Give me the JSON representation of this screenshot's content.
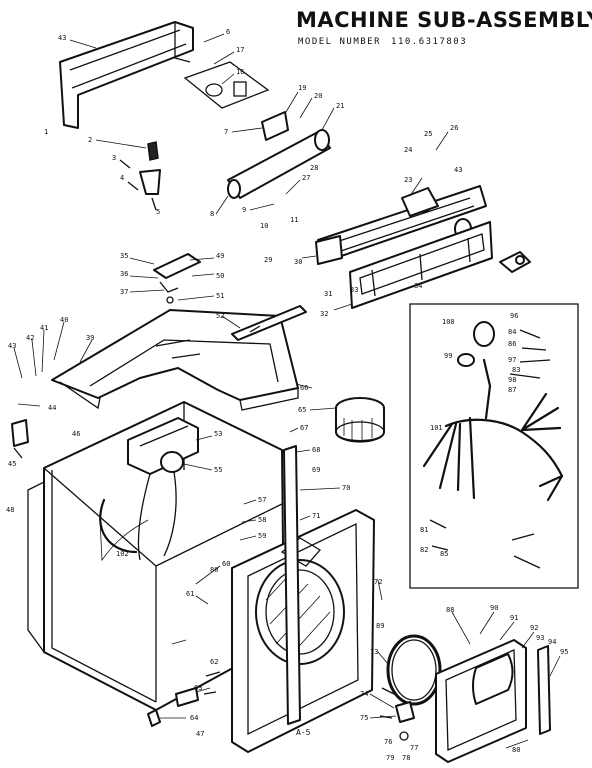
{
  "title": "MACHINE SUB-ASSEMBLY",
  "model_label": "MODEL NUMBER",
  "model_number": "110.6317803",
  "page_ref": "A-5",
  "callouts": [
    {
      "id": "c43a",
      "text": "43"
    },
    {
      "id": "c6",
      "text": "6"
    },
    {
      "id": "c17",
      "text": "17"
    },
    {
      "id": "c16",
      "text": "16"
    },
    {
      "id": "c7",
      "text": "7"
    },
    {
      "id": "c20",
      "text": "20"
    },
    {
      "id": "c21",
      "text": "21"
    },
    {
      "id": "c19",
      "text": "19"
    },
    {
      "id": "c2",
      "text": "2"
    },
    {
      "id": "c3",
      "text": "3"
    },
    {
      "id": "c4",
      "text": "4"
    },
    {
      "id": "c5",
      "text": "5"
    },
    {
      "id": "c8",
      "text": "8"
    },
    {
      "id": "c9",
      "text": "9"
    },
    {
      "id": "c10",
      "text": "10"
    },
    {
      "id": "c11",
      "text": "11"
    },
    {
      "id": "c27",
      "text": "27"
    },
    {
      "id": "c28",
      "text": "28"
    },
    {
      "id": "c24",
      "text": "24"
    },
    {
      "id": "c25",
      "text": "25"
    },
    {
      "id": "c26",
      "text": "26"
    },
    {
      "id": "c23",
      "text": "23"
    },
    {
      "id": "c43b",
      "text": "43"
    },
    {
      "id": "c29",
      "text": "29"
    },
    {
      "id": "c30",
      "text": "30"
    },
    {
      "id": "c31",
      "text": "31"
    },
    {
      "id": "c32",
      "text": "32"
    },
    {
      "id": "c33",
      "text": "33"
    },
    {
      "id": "c34",
      "text": "34"
    },
    {
      "id": "c35",
      "text": "35"
    },
    {
      "id": "c36",
      "text": "36"
    },
    {
      "id": "c37",
      "text": "37"
    },
    {
      "id": "c49",
      "text": "49"
    },
    {
      "id": "c50",
      "text": "50"
    },
    {
      "id": "c51",
      "text": "51"
    },
    {
      "id": "c52",
      "text": "52"
    },
    {
      "id": "c43c",
      "text": "43"
    },
    {
      "id": "c42",
      "text": "42"
    },
    {
      "id": "c41",
      "text": "41"
    },
    {
      "id": "c40",
      "text": "40"
    },
    {
      "id": "c39",
      "text": "39"
    },
    {
      "id": "c44",
      "text": "44"
    },
    {
      "id": "c45",
      "text": "45"
    },
    {
      "id": "c46",
      "text": "46"
    },
    {
      "id": "c47",
      "text": "47"
    },
    {
      "id": "c48",
      "text": "48"
    },
    {
      "id": "c53",
      "text": "53"
    },
    {
      "id": "c55",
      "text": "55"
    },
    {
      "id": "c57",
      "text": "57"
    },
    {
      "id": "c58",
      "text": "58"
    },
    {
      "id": "c59",
      "text": "59"
    },
    {
      "id": "c60",
      "text": "60"
    },
    {
      "id": "c61",
      "text": "61"
    },
    {
      "id": "c62",
      "text": "62"
    },
    {
      "id": "c63",
      "text": "63"
    },
    {
      "id": "c64",
      "text": "64"
    },
    {
      "id": "c65",
      "text": "65"
    },
    {
      "id": "c66",
      "text": "66"
    },
    {
      "id": "c67",
      "text": "67"
    },
    {
      "id": "c68",
      "text": "68"
    },
    {
      "id": "c69",
      "text": "69"
    },
    {
      "id": "c70",
      "text": "70"
    },
    {
      "id": "c71",
      "text": "71"
    },
    {
      "id": "c72",
      "text": "72"
    },
    {
      "id": "c73",
      "text": "73"
    },
    {
      "id": "c74",
      "text": "74"
    },
    {
      "id": "c75",
      "text": "75"
    },
    {
      "id": "c76",
      "text": "76"
    },
    {
      "id": "c77",
      "text": "77"
    },
    {
      "id": "c78",
      "text": "78"
    },
    {
      "id": "c79",
      "text": "79"
    },
    {
      "id": "c80",
      "text": "80"
    },
    {
      "id": "c81",
      "text": "81"
    },
    {
      "id": "c82",
      "text": "82"
    },
    {
      "id": "c83",
      "text": "83"
    },
    {
      "id": "c84",
      "text": "84"
    },
    {
      "id": "c85",
      "text": "85"
    },
    {
      "id": "c86",
      "text": "86"
    },
    {
      "id": "c87",
      "text": "87"
    },
    {
      "id": "c88",
      "text": "88"
    },
    {
      "id": "c89",
      "text": "89"
    },
    {
      "id": "c90",
      "text": "90"
    },
    {
      "id": "c91",
      "text": "91"
    },
    {
      "id": "c92",
      "text": "92"
    },
    {
      "id": "c93",
      "text": "93"
    },
    {
      "id": "c94",
      "text": "94"
    },
    {
      "id": "c95",
      "text": "95"
    },
    {
      "id": "c96",
      "text": "96"
    },
    {
      "id": "c97",
      "text": "97"
    },
    {
      "id": "c98",
      "text": "98"
    },
    {
      "id": "c99",
      "text": "99"
    },
    {
      "id": "c100",
      "text": "100"
    },
    {
      "id": "c101",
      "text": "101"
    },
    {
      "id": "c102",
      "text": "102"
    },
    {
      "id": "c1",
      "text": "1"
    },
    {
      "id": "c80b",
      "text": "80"
    }
  ]
}
